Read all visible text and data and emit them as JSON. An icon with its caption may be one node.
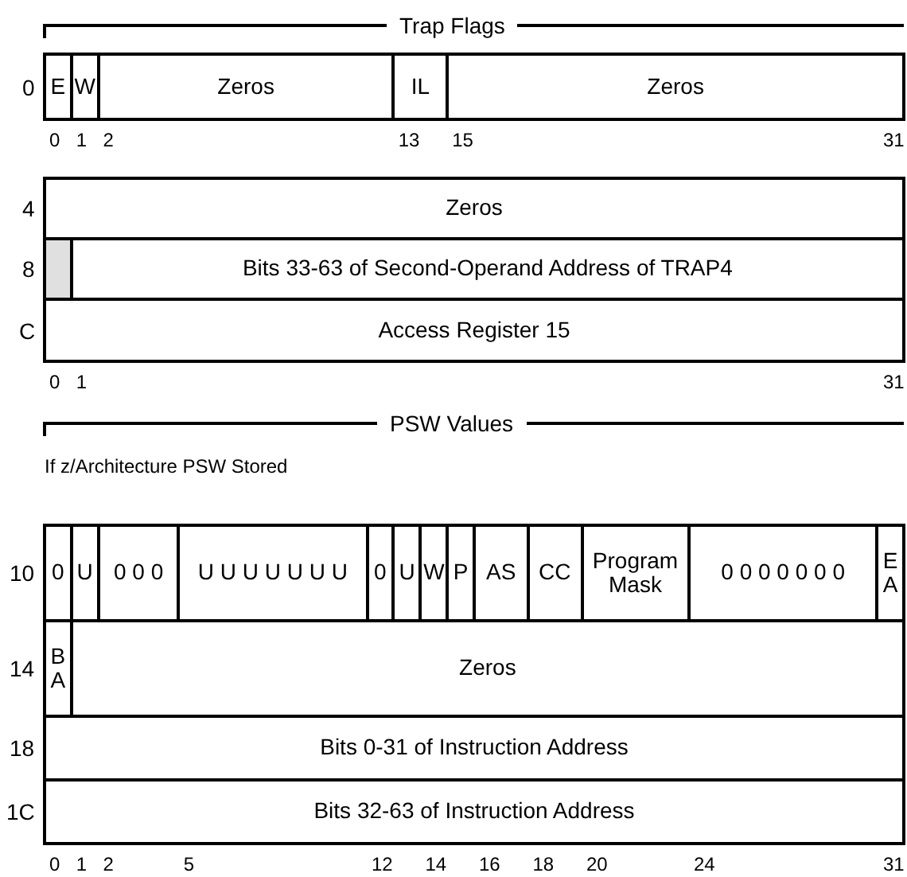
{
  "diagram": {
    "nodes": [
      {
        "text": [
          "E"
        ]
      },
      {
        "text": [
          "W"
        ]
      },
      {
        "text": [
          "Zeros"
        ]
      },
      {
        "text": [
          "IL"
        ]
      },
      {
        "text": [
          "Zeros"
        ]
      },
      {
        "text": [
          "Zeros"
        ]
      },
      {
        "text": [],
        "shape": "box"
      },
      {
        "text": [
          "Bits 33-63 of Second-Operand Address of TRAP4"
        ]
      },
      {
        "text": [
          "Access Register 15"
        ]
      },
      {
        "text": [
          "0"
        ]
      },
      {
        "text": [
          "U"
        ]
      },
      {
        "text": [
          "0 0 0"
        ]
      },
      {
        "text": [
          "U U U U U U U"
        ]
      },
      {
        "text": [
          "0"
        ]
      },
      {
        "text": [
          "U"
        ]
      },
      {
        "text": [
          "W"
        ]
      },
      {
        "text": [
          "P"
        ]
      },
      {
        "text": [
          "AS"
        ]
      },
      {
        "text": [
          "CC"
        ]
      },
      {
        "text": [
          "Program Mask"
        ]
      },
      {
        "text": [
          "0 0 0 0 0 0 0"
        ]
      },
      {
        "text": [
          "E A"
        ]
      },
      {
        "text": [
          "B A"
        ]
      },
      {
        "text": [
          "Zeros"
        ]
      },
      {
        "text": [
          "Bits 0-31 of Instruction Address"
        ]
      },
      {
        "text": [
          "Bits 32-63 of Instruction Address"
        ]
      }
    ],
    "labels": [
      "Trap Flags",
      "0",
      "0",
      "1",
      "2",
      "13",
      "15",
      "31",
      "4",
      "8",
      "C",
      "0",
      "1",
      "31",
      "PSW Values",
      "If z/Architecture PSW Stored",
      "10",
      "14",
      "18",
      "1C",
      "0",
      "1",
      "2",
      "5",
      "12",
      "14",
      "16",
      "18",
      "20",
      "24",
      "31"
    ]
  }
}
